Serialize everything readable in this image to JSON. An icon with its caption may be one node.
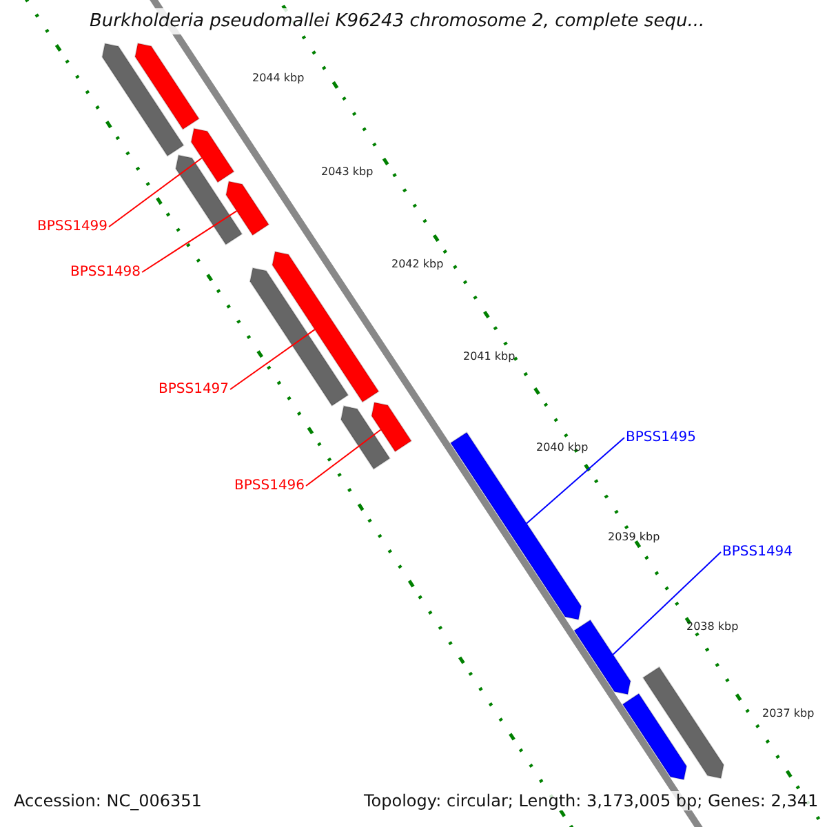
{
  "diagram": {
    "title": "Burkholderia pseudomallei K96243 chromosome 2, complete sequ...",
    "nodes": [
      {
        "text": [
          "BPSS1499"
        ]
      },
      {
        "text": [
          "BPSS1498"
        ]
      },
      {
        "text": [
          "BPSS1497"
        ]
      },
      {
        "text": [
          "BPSS1496"
        ]
      },
      {
        "text": [
          "BPSS1495"
        ]
      },
      {
        "text": [
          "BPSS1494"
        ]
      },
      {
        "text": [],
        "shape": "bar"
      },
      {
        "text": [],
        "shape": "bar"
      },
      {
        "text": [],
        "shape": "bar"
      },
      {
        "text": [],
        "shape": "bar"
      },
      {
        "text": [],
        "shape": "bar"
      },
      {
        "text": [],
        "shape": "bar"
      },
      {
        "text": [],
        "shape": "bar"
      },
      {
        "text": [],
        "shape": "bar"
      },
      {
        "text": [],
        "shape": "bar"
      },
      {
        "text": [],
        "shape": "bar"
      },
      {
        "text": [],
        "shape": "bar"
      },
      {
        "text": [],
        "shape": "bar"
      },
      {
        "text": [],
        "shape": "bar"
      }
    ],
    "edges": [
      {
        "from": 0,
        "to": 6,
        "arrow": "none"
      },
      {
        "from": 1,
        "to": 7,
        "arrow": "none"
      },
      {
        "from": 2,
        "to": 8,
        "arrow": "none"
      },
      {
        "from": 3,
        "to": 9,
        "arrow": "none"
      },
      {
        "from": 4,
        "to": 10,
        "arrow": "none",
        "color": "#0000ff"
      },
      {
        "from": 5,
        "to": 11,
        "arrow": "none",
        "color": "#0000ff"
      }
    ],
    "labels": [
      "2044 kbp",
      "2043 kbp",
      "2042 kbp",
      "2041 kbp",
      "2040 kbp",
      "2039 kbp",
      "2038 kbp",
      "2037 kbp",
      "Accession: NC_006351",
      "Topology: circular; Length: 3,173,005 bp; Genes: 2,341"
    ]
  }
}
